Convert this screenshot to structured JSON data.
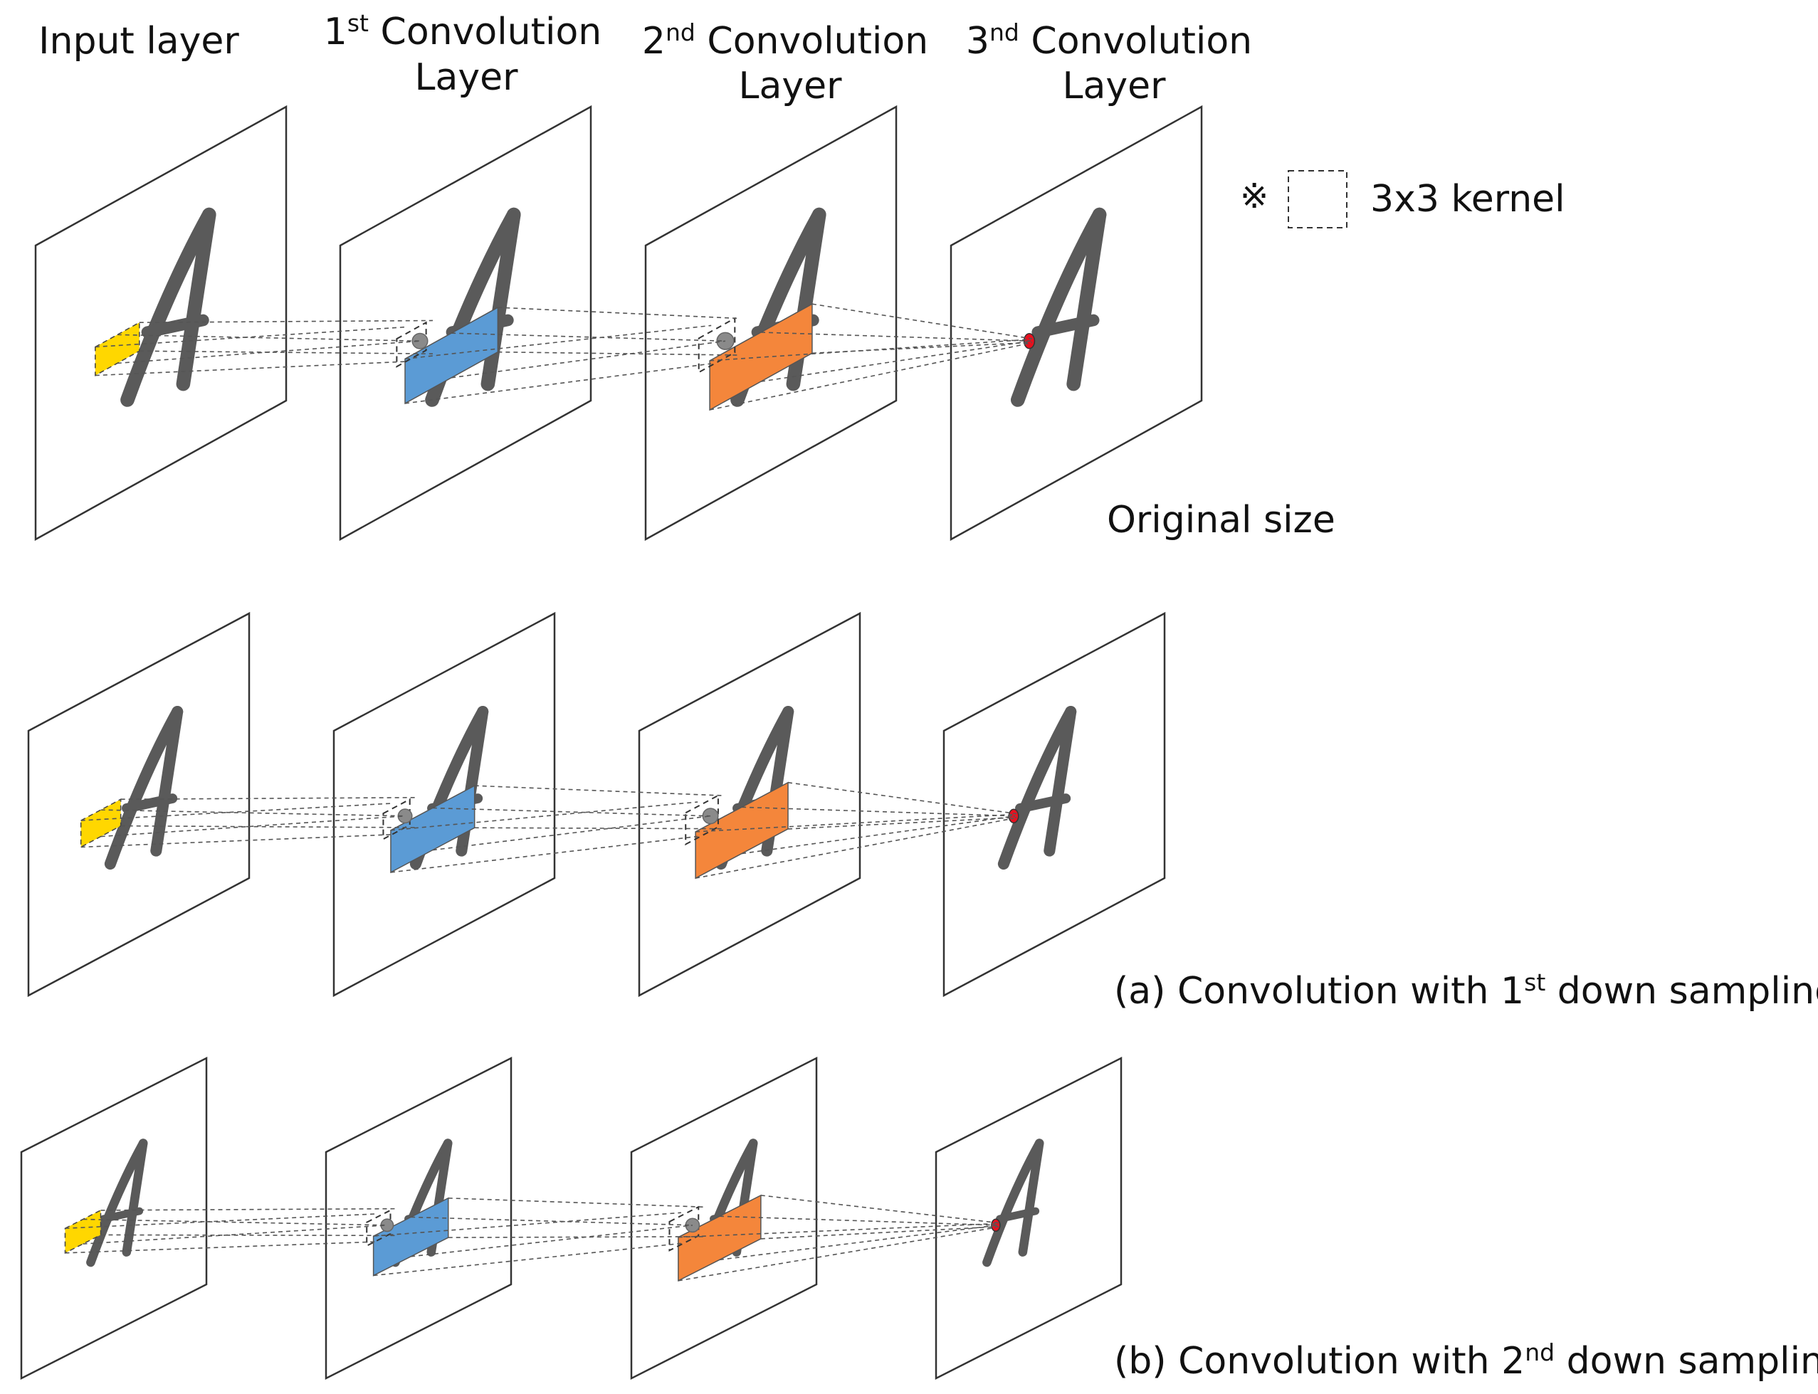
{
  "columns": [
    {
      "line1_pre": "Input layer",
      "line1_sup": "",
      "line1_post": "",
      "line2": ""
    },
    {
      "line1_pre": "1",
      "line1_sup": "st",
      "line1_post": " Convolution",
      "line2": "Layer"
    },
    {
      "line1_pre": "2",
      "line1_sup": "nd",
      "line1_post": " Convolution",
      "line2": "Layer"
    },
    {
      "line1_pre": "3",
      "line1_sup": "nd",
      "line1_post": " Convolution",
      "line2": "Layer"
    }
  ],
  "legend": {
    "symbol": "※",
    "label": "3x3 kernel"
  },
  "rows": [
    {
      "caption_pre": "Original size",
      "caption_sup": "",
      "caption_post": ""
    },
    {
      "caption_pre": "(a) Convolution with 1",
      "caption_sup": "st",
      "caption_post": " down sampling"
    },
    {
      "caption_pre": "(b) Convolution with 2",
      "caption_sup": "nd",
      "caption_post": " down sampling"
    }
  ],
  "glyph": "A",
  "colors": {
    "input_patch": "#FFD700",
    "conv1_patch": "#5B9BD5",
    "conv2_patch": "#F4863B",
    "output_point": "#E8101E",
    "letter": "#5A5A5A",
    "center_dot": "#8A8A8A"
  }
}
